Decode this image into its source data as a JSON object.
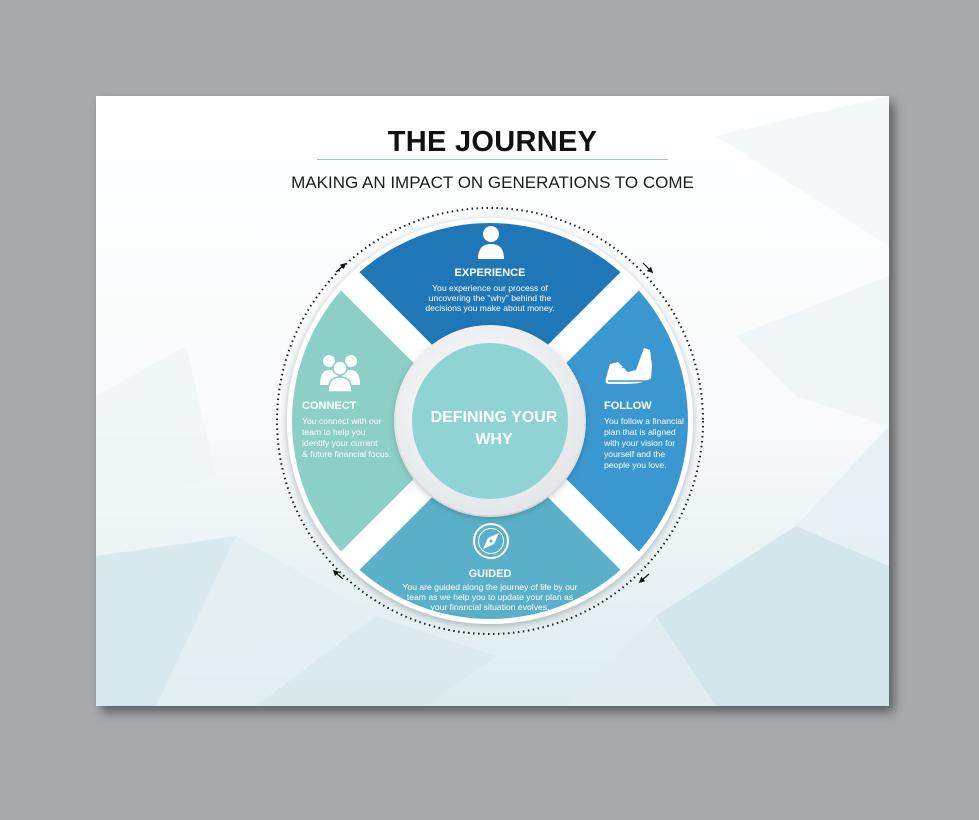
{
  "title": "THE JOURNEY",
  "subtitle": "MAKING AN IMPACT ON GENERATIONS TO COME",
  "center": {
    "line1": "DEFINING YOUR",
    "line2": "WHY"
  },
  "segments": {
    "experience": {
      "icon": "person-icon",
      "color": "#1f77b8",
      "title": "EXPERIENCE",
      "lines": [
        "You experience our process of",
        "uncovering the \"why\" behind the",
        "decisions you make about money."
      ]
    },
    "follow": {
      "icon": "sneaker-icon",
      "color": "#3b97cf",
      "title": "FOLLOW",
      "lines": [
        "You follow a financial",
        "plan that is aligned",
        "with your vision for",
        "yourself and the",
        "people you love."
      ]
    },
    "guided": {
      "icon": "compass-icon",
      "color": "#5ab0c8",
      "title": "GUIDED",
      "lines": [
        "You are guided along the journey of life by our",
        "team as we help you to update your plan as",
        "your financial situation evolves."
      ]
    },
    "connect": {
      "icon": "group-icon",
      "color": "#8ccfc7",
      "title": "CONNECT",
      "lines": [
        "You connect with our",
        "team to help you",
        "identify your current",
        "& future financial focus."
      ]
    }
  },
  "colors": {
    "center": "#8fd3d5",
    "background_gray": "#a7a9ac",
    "title_rule": "#9fc6d6"
  }
}
